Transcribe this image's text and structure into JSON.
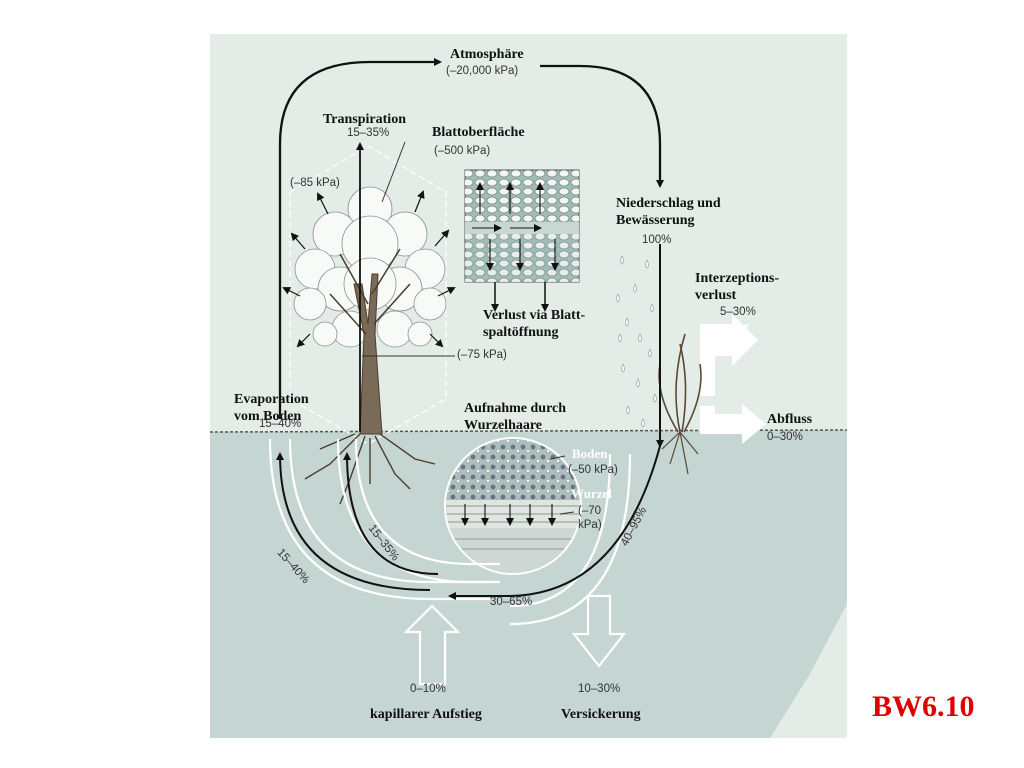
{
  "labels": {
    "atmosphere": "Atmosphäre",
    "atmosphere_kpa": "(–20,000 kPa)",
    "transpiration": "Transpiration",
    "transpiration_pct": "15–35%",
    "leaf_surface": "Blattoberfläche",
    "leaf_surface_kpa": "(–500 kPa)",
    "leaf_kpa": "(–85 kPa)",
    "precipitation": "Niederschlag und\nBewässerung",
    "precipitation_pct": "100%",
    "interception": "Interzeptions-\nverlust",
    "interception_pct": "5–30%",
    "stomata_loss": "Verlust via Blatt-\nspaltöffnung",
    "stem_kpa": "(–75 kPa)",
    "soil_evaporation": "Evaporation\nvom Boden",
    "soil_evaporation_pct": "15–40%",
    "root_uptake": "Aufnahme durch\nWurzelhaare",
    "runoff": "Abfluss",
    "runoff_pct": "0–30%",
    "soil": "Boden",
    "soil_kpa": "(–50 kPa)",
    "root": "Wurzel",
    "root_kpa": "(–70\nkPa)",
    "arc_left_pct": "15–40%",
    "arc_inner_pct": "15–35%",
    "arc_right_pct": "40–95%",
    "arc_bottom_pct": "30–65%",
    "capillary_pct": "0–10%",
    "capillary": "kapillarer Aufstieg",
    "percolation_pct": "10–30%",
    "percolation": "Versickerung"
  },
  "slide_id": "BW6.10",
  "colors": {
    "accent": "#e00000",
    "soil": "#c5d6d2",
    "panel": "#e3ece7"
  }
}
